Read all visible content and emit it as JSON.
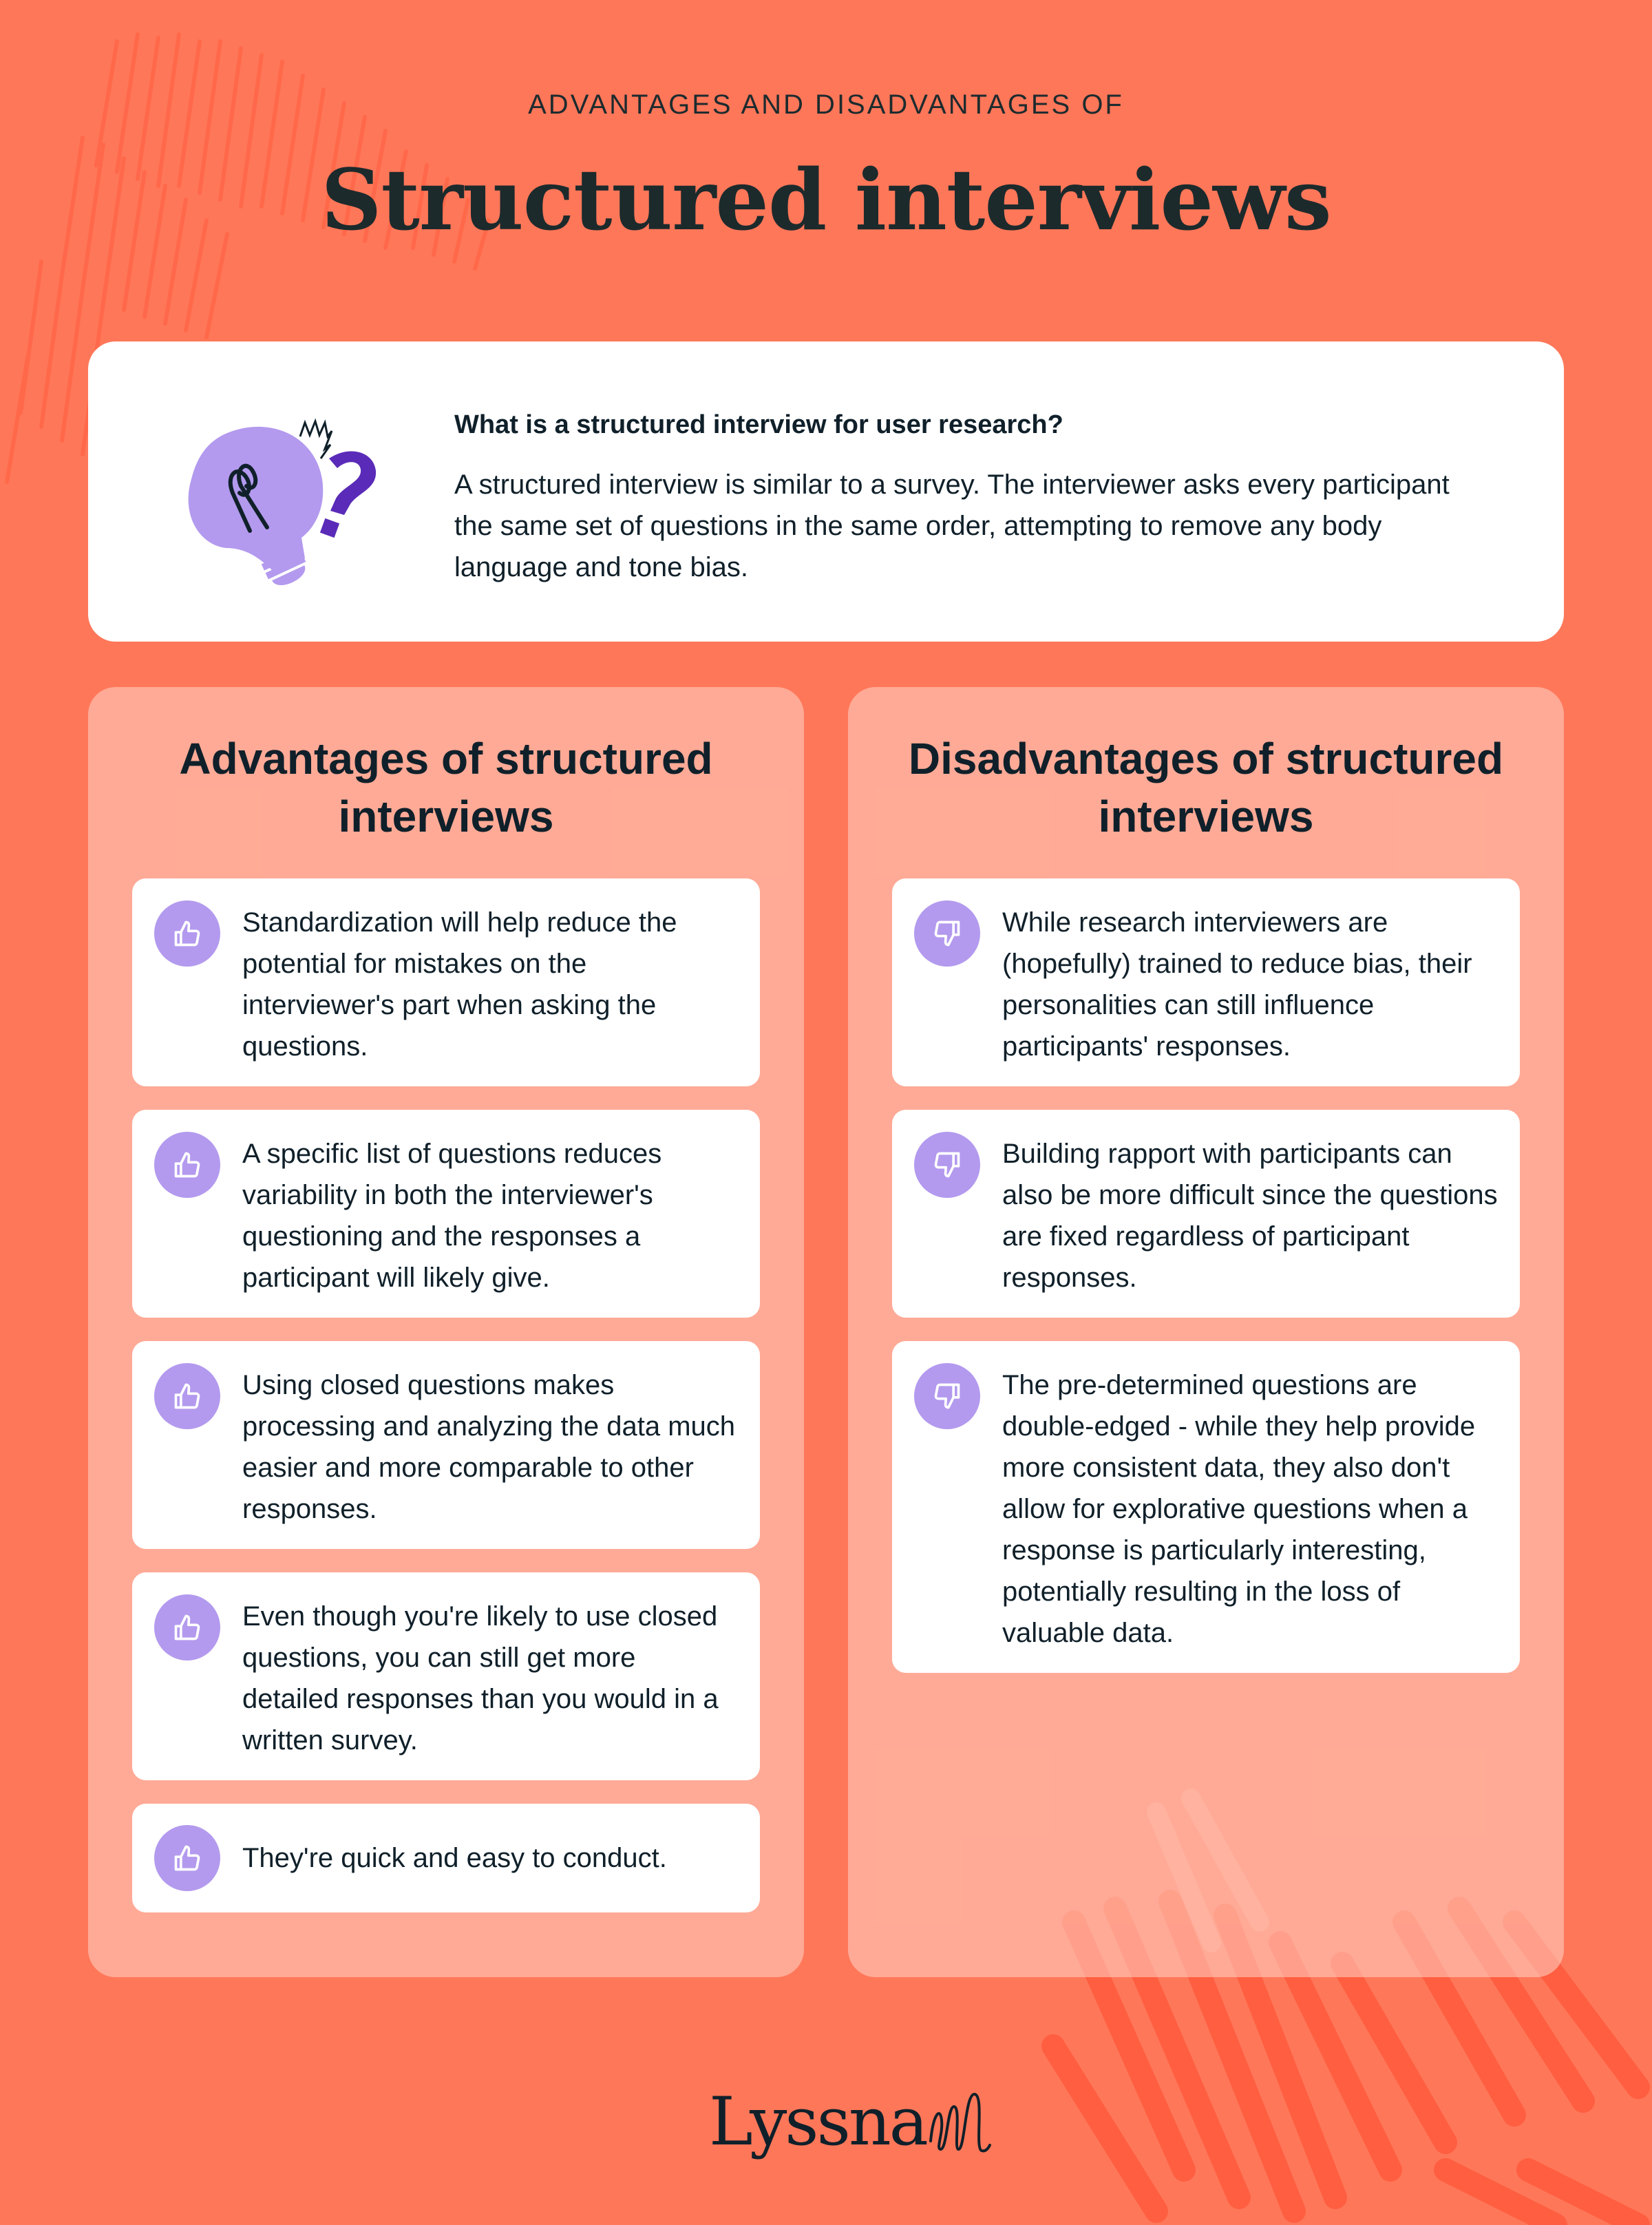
{
  "colors": {
    "background": "#ff7759",
    "column_panel": "#ffab96",
    "card": "#ffffff",
    "icon_circle": "#b39aee",
    "question_mark": "#5a2bb8",
    "text": "#10202a"
  },
  "header": {
    "eyebrow": "ADVANTAGES AND DISADVANTAGES OF",
    "title": "Structured interviews"
  },
  "intro": {
    "illustration": "lightbulb-question-icon",
    "question": "What is a structured interview for user research?",
    "body": "A structured interview is similar to a survey. The interviewer asks every participant the same set of questions in the same order, attempting to remove any body language and tone bias."
  },
  "advantages": {
    "title": "Advantages of structured interviews",
    "icon": "thumbs-up-icon",
    "items": [
      {
        "text": "Standardization will help reduce the potential for mistakes on the interviewer's part when asking the questions."
      },
      {
        "text": "A specific list of questions reduces variability in both the interviewer's questioning and the responses a participant will likely give."
      },
      {
        "text": "Using closed questions makes processing and analyzing the data much easier and more comparable to other responses."
      },
      {
        "text": "Even though you're likely to use closed questions, you can still get more detailed responses than you would in a written survey."
      },
      {
        "text": "They're quick and easy to conduct."
      }
    ]
  },
  "disadvantages": {
    "title": "Disadvantages of structured interviews",
    "icon": "thumbs-down-icon",
    "items": [
      {
        "text": "While research interviewers are (hopefully) trained to reduce bias, their personalities can still influence participants' responses."
      },
      {
        "text": "Building rapport with participants can also be more difficult since the questions are fixed regardless of participant responses."
      },
      {
        "text": "The pre-determined questions are double-edged - while they help provide more consistent data, they also don't allow for explorative questions when a response is particularly interesting, potentially resulting in the loss of valuable data."
      }
    ]
  },
  "footer": {
    "logo": "Lyssna"
  }
}
